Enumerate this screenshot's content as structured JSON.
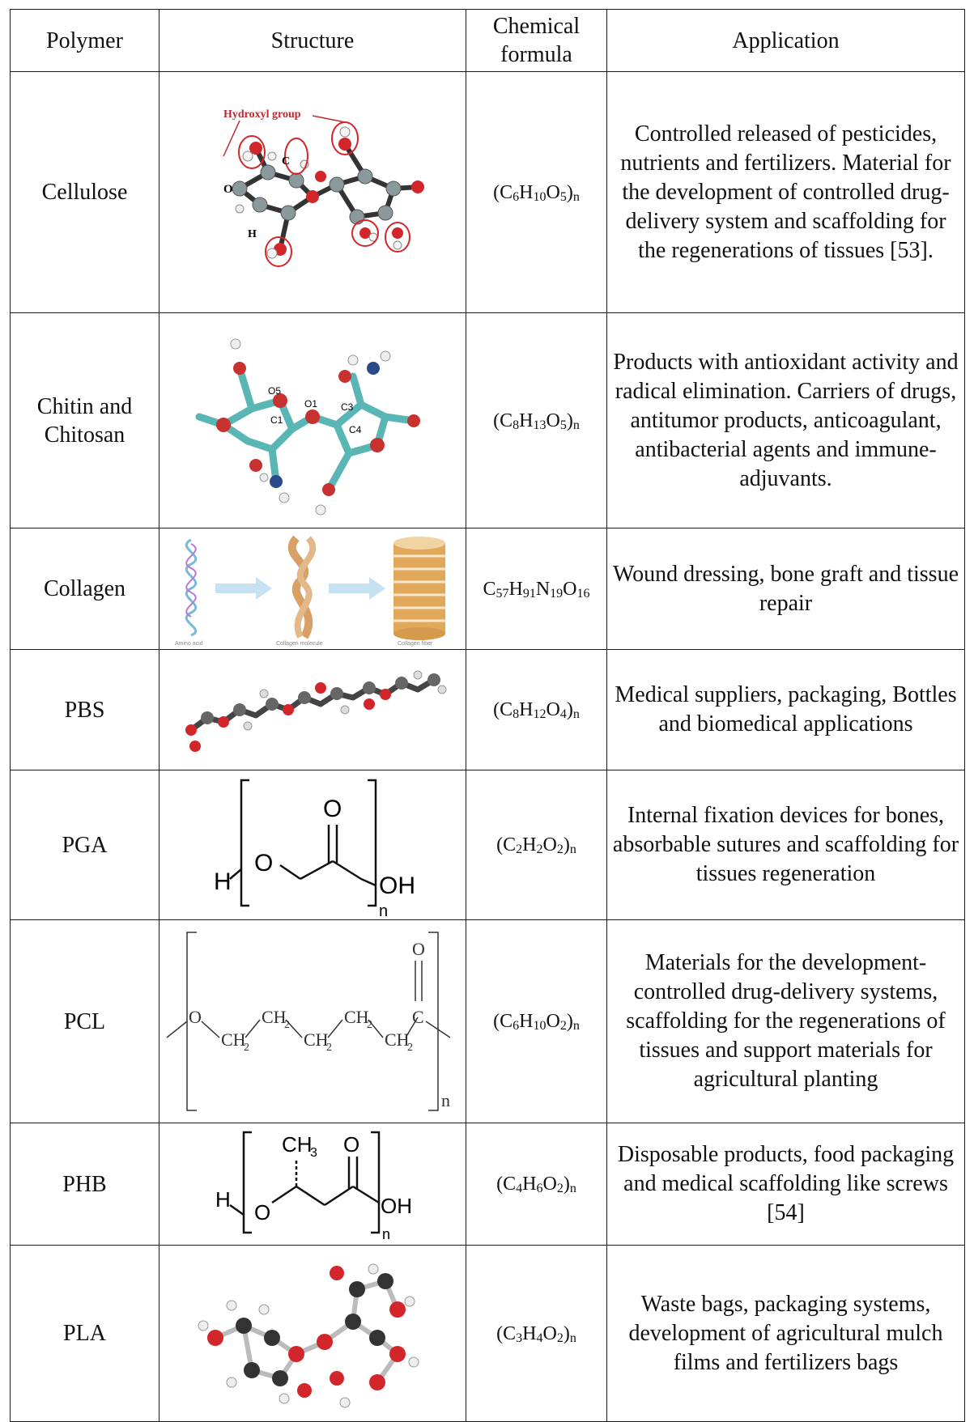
{
  "headers": {
    "polymer": "Polymer",
    "structure": "Structure",
    "chemical_formula": "Chemical formula",
    "application": "Application"
  },
  "rows": [
    {
      "polymer": "Cellulose",
      "formula": {
        "main": [
          "C",
          "H",
          "O"
        ],
        "subs": [
          "6",
          "10",
          "5"
        ],
        "repeat": "n"
      },
      "application": "Controlled released of pesticides, nutrients and fertilizers. Material for the development of controlled drug-delivery system and scaffolding for the regenerations of tissues [53].",
      "structure_labels": {
        "group": "Hydroxyl group",
        "o": "O",
        "c": "C",
        "h": "H"
      }
    },
    {
      "polymer": "Chitin and Chitosan",
      "formula": {
        "main": [
          "C",
          "H",
          "O"
        ],
        "subs": [
          "8",
          "13",
          "5"
        ],
        "repeat": "n"
      },
      "application": "Products with antioxidant activity and radical elimination. Carriers of drugs, antitumor products, anticoagulant, antibacterial agents and immune-adjuvants.",
      "structure_labels": {
        "o5": "O5",
        "o1": "O1",
        "c1": "C1",
        "c3": "C3",
        "c4": "C4"
      }
    },
    {
      "polymer": "Collagen",
      "formula": {
        "main": [
          "C",
          "H",
          "N",
          "O"
        ],
        "subs": [
          "57",
          "91",
          "19",
          "16"
        ],
        "repeat": ""
      },
      "application": "Wound dressing, bone graft and tissue repair",
      "structure_labels": {
        "a": "Amino acid",
        "b": "Collagen molecule",
        "c": "Collagen fiber"
      }
    },
    {
      "polymer": "PBS",
      "formula": {
        "main": [
          "C",
          "H",
          "O"
        ],
        "subs": [
          "8",
          "12",
          "4"
        ],
        "repeat": "n"
      },
      "application": "Medical suppliers, packaging, Bottles and biomedical applications"
    },
    {
      "polymer": "PGA",
      "formula": {
        "main": [
          "C",
          "H",
          "O"
        ],
        "subs": [
          "2",
          "2",
          "2"
        ],
        "repeat": "n"
      },
      "application": "Internal fixation devices for bones, absorbable sutures and scaffolding for tissues regeneration",
      "structure_labels": {
        "h": "H",
        "o": "O",
        "oh": "OH",
        "dbl_o": "O",
        "n": "n"
      }
    },
    {
      "polymer": "PCL",
      "formula": {
        "main": [
          "C",
          "H",
          "O"
        ],
        "subs": [
          "6",
          "10",
          "2"
        ],
        "repeat": "n"
      },
      "application": "Materials for the development-controlled drug-delivery systems, scaffolding for the regenerations of tissues and support materials for agricultural planting",
      "structure_labels": {
        "o": "O",
        "ch2": "CH",
        "two": "2",
        "c": "C",
        "dbl_o": "O",
        "n": "n"
      }
    },
    {
      "polymer": "PHB",
      "formula": {
        "main": [
          "C",
          "H",
          "O"
        ],
        "subs": [
          "4",
          "6",
          "2"
        ],
        "repeat": "n"
      },
      "application": "Disposable products, food packaging and medical scaffolding like screws [54]",
      "structure_labels": {
        "h": "H",
        "o": "O",
        "ch3": "CH",
        "three": "3",
        "dbl_o": "O",
        "oh": "OH",
        "n": "n"
      }
    },
    {
      "polymer": "PLA",
      "formula": {
        "main": [
          "C",
          "H",
          "O"
        ],
        "subs": [
          "3",
          "4",
          "2"
        ],
        "repeat": "n"
      },
      "application": "Waste bags, packaging systems, development of agricultural mulch films and fertilizers bags"
    }
  ]
}
